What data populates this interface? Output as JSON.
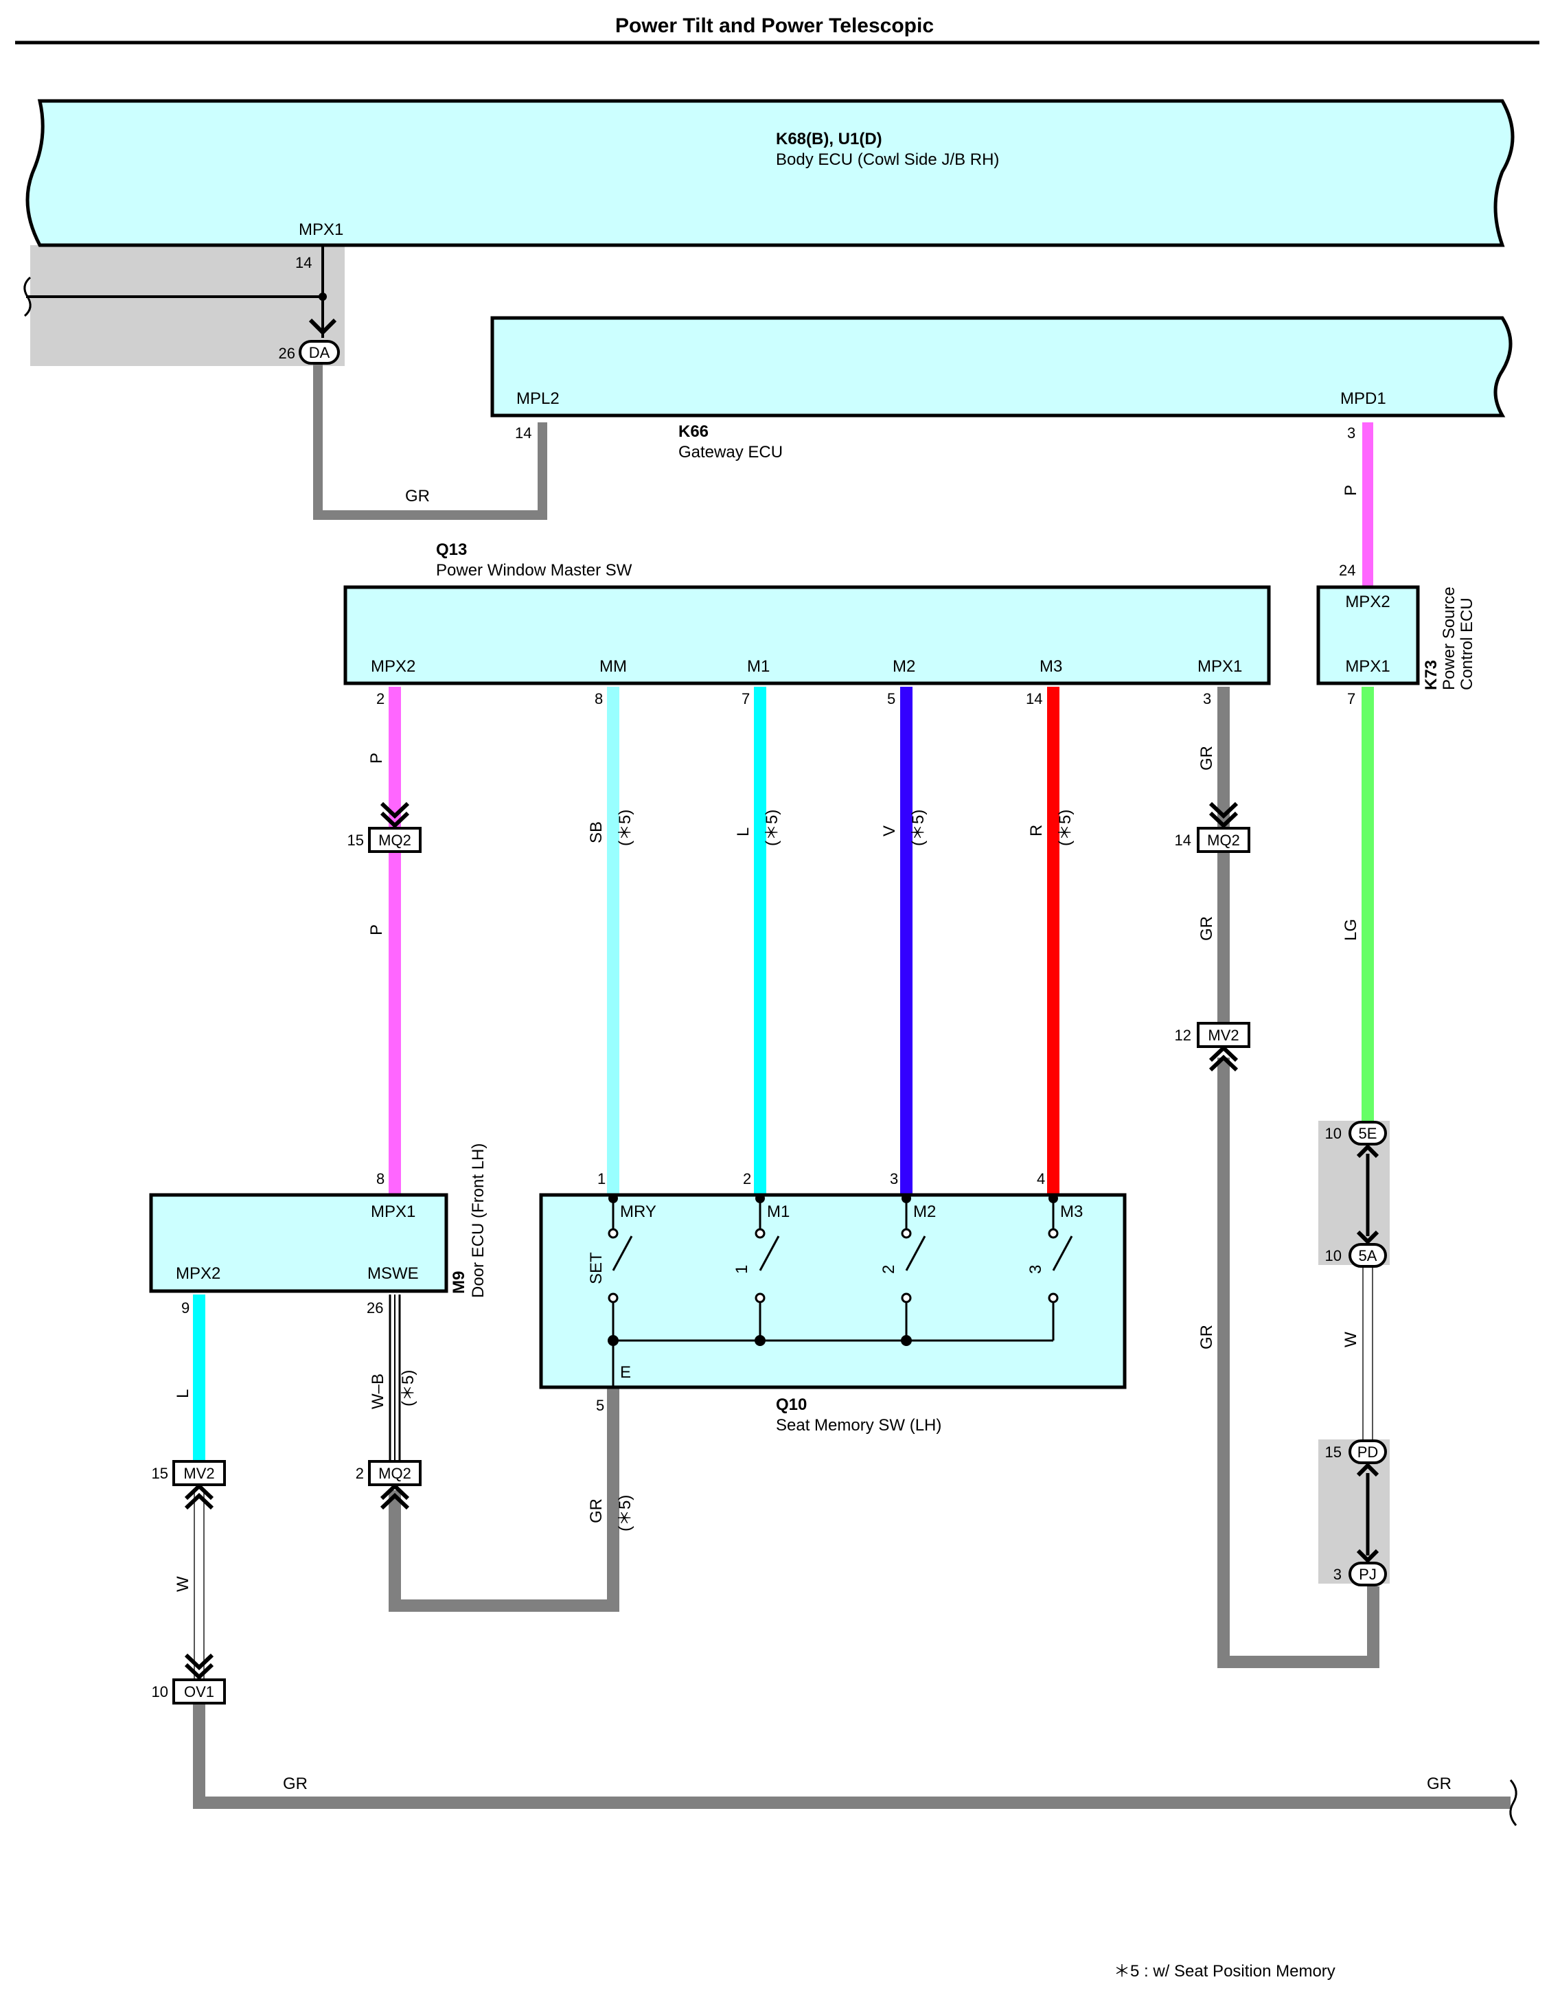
{
  "title": "Power Tilt and Power Telescopic",
  "footnote": "＊5 : w/ Seat Position Memory",
  "components": {
    "body_ecu": {
      "code": "K68(B), U1(D)",
      "name": "Body ECU (Cowl Side J/B RH)",
      "terminal": "MPX1",
      "pin": "14"
    },
    "gateway_ecu": {
      "code": "K66",
      "name": "Gateway ECU",
      "terminal_left": "MPL2",
      "pin_left": "14",
      "terminal_right": "MPD1",
      "pin_right": "3"
    },
    "pw_master_sw": {
      "code": "Q13",
      "name": "Power Window Master SW",
      "terminals": [
        {
          "label": "MPX2",
          "pin": "2"
        },
        {
          "label": "MM",
          "pin": "8"
        },
        {
          "label": "M1",
          "pin": "7"
        },
        {
          "label": "M2",
          "pin": "5"
        },
        {
          "label": "M3",
          "pin": "14"
        },
        {
          "label": "MPX1",
          "pin": "3"
        }
      ]
    },
    "power_source_ecu": {
      "code": "K73",
      "name_line1": "Power Source",
      "name_line2": "Control ECU",
      "terminal_top": "MPX2",
      "pin_top": "24",
      "terminal_bottom": "MPX1",
      "pin_bottom": "7"
    },
    "door_ecu": {
      "code": "M9",
      "name": "Door ECU (Front LH)",
      "terminal_top": "MPX1",
      "pin_top": "8",
      "terminal_left": "MPX2",
      "pin_left": "9",
      "terminal_right": "MSWE",
      "pin_right": "26"
    },
    "seat_memory_sw": {
      "code": "Q10",
      "name": "Seat Memory SW (LH)",
      "terminals": [
        {
          "label": "MRY",
          "pin": "1",
          "switch": "SET"
        },
        {
          "label": "M1",
          "pin": "2",
          "switch": "1"
        },
        {
          "label": "M2",
          "pin": "3",
          "switch": "2"
        },
        {
          "label": "M3",
          "pin": "4",
          "switch": "3"
        }
      ],
      "ground_terminal": "E",
      "ground_pin": "5"
    }
  },
  "connectors": {
    "da": {
      "name": "DA",
      "pin": "26"
    },
    "mq2_p": {
      "name": "MQ2",
      "pin": "15"
    },
    "mq2_gr": {
      "name": "MQ2",
      "pin": "14"
    },
    "mv2_gr": {
      "name": "MV2",
      "pin": "12"
    },
    "c5e": {
      "name": "5E",
      "pin": "10"
    },
    "c5a": {
      "name": "5A",
      "pin": "10"
    },
    "pd": {
      "name": "PD",
      "pin": "15"
    },
    "pj": {
      "name": "PJ",
      "pin": "3"
    },
    "mv2_l": {
      "name": "MV2",
      "pin": "15"
    },
    "mq2_wb": {
      "name": "MQ2",
      "pin": "2"
    },
    "ov1": {
      "name": "OV1",
      "pin": "10"
    }
  },
  "wires": {
    "gr": "GR",
    "p": "P",
    "sb": "SB",
    "l": "L",
    "v": "V",
    "r": "R",
    "lg": "LG",
    "w": "W",
    "wb": "W–B",
    "note5": "(＊5)"
  },
  "colors": {
    "ecu_fill": "#ccffff",
    "grey_wire": "#808080",
    "pink": "#ff66ff",
    "sky_blue": "#99ffff",
    "blue_l": "#00ffff",
    "violet": "#3300ff",
    "red": "#ff0000",
    "light_green": "#66ff66",
    "inline_grey": "#d0d0d0"
  }
}
